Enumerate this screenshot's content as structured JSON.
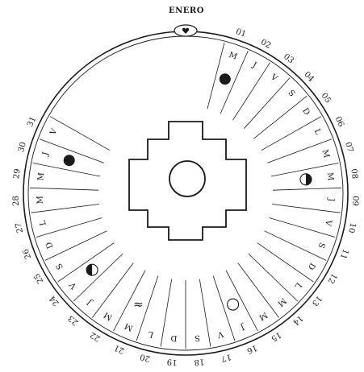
{
  "calendar": {
    "month_title": "ENERO",
    "day_numbers": [
      "01",
      "02",
      "03",
      "04",
      "05",
      "06",
      "07",
      "08",
      "09",
      "10",
      "11",
      "12",
      "13",
      "14",
      "15",
      "16",
      "17",
      "18",
      "19",
      "20",
      "21",
      "22",
      "23",
      "24",
      "25",
      "26",
      "27",
      "28",
      "29",
      "30",
      "31"
    ],
    "weekday_letters": [
      "M",
      "J",
      "V",
      "S",
      "D",
      "L",
      "M",
      "M",
      "J",
      "V",
      "S",
      "D",
      "L",
      "M",
      "M",
      "J",
      "V",
      "S",
      "D",
      "L",
      "M",
      "M",
      "J",
      "V",
      "S",
      "D",
      "L",
      "M",
      "M",
      "J",
      "V"
    ],
    "moon_phases": [
      {
        "day": "01",
        "phase": "new-moon"
      },
      {
        "day": "08",
        "phase": "first-quarter"
      },
      {
        "day": "16",
        "phase": "full-moon"
      },
      {
        "day": "24",
        "phase": "last-quarter"
      },
      {
        "day": "30",
        "phase": "new-moon"
      }
    ],
    "special_marks": [
      {
        "day": "21",
        "symbol": "≈"
      }
    ],
    "top_emblem": "heart-icon",
    "center_motif": "chakana-cross",
    "colors": {
      "ink": "#1a1a1a",
      "background": "#ffffff"
    }
  }
}
